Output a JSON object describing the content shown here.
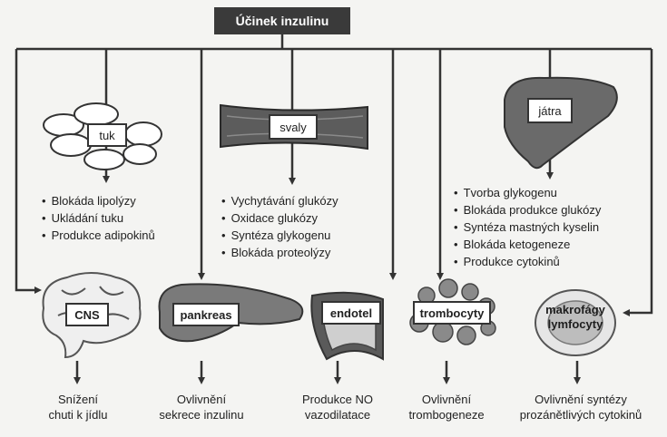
{
  "title": "Účinek inzulinu",
  "organs": {
    "tuk": "tuk",
    "svaly": "svaly",
    "jatra": "játra"
  },
  "effects": {
    "tuk": [
      "Blokáda lipolýzy",
      "Ukládání tuku",
      "Produkce adipokinů"
    ],
    "svaly": [
      "Vychytávání glukózy",
      "Oxidace glukózy",
      "Syntéza glykogenu",
      "Blokáda proteolýzy"
    ],
    "jatra": [
      "Tvorba glykogenu",
      "Blokáda produkce glukózy",
      "Syntéza mastných kyselin",
      "Blokáda ketogeneze",
      "Produkce cytokinů"
    ]
  },
  "targets": {
    "cns": "CNS",
    "pankreas": "pankreas",
    "endotel": "endotel",
    "trombocyty": "trombocyty",
    "makrofagy_1": "makrofágy",
    "makrofagy_2": "lymfocyty"
  },
  "outcomes": {
    "cns": [
      "Snížení",
      "chuti k jídlu"
    ],
    "pankreas": [
      "Ovlivnění",
      "sekrece inzulinu"
    ],
    "endotel": [
      "Produkce NO",
      "vazodilatace"
    ],
    "trombocyty": [
      "Ovlivnění",
      "trombogeneze"
    ],
    "makrofagy": [
      "Ovlivnění syntézy",
      "prozánětlivých cytokinů"
    ]
  }
}
